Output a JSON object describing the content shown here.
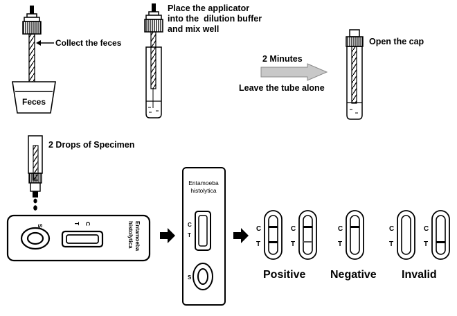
{
  "diagram": {
    "steps": {
      "collect": "Collect the feces",
      "feces": "Feces",
      "place_line1": "Place the applicator",
      "place_line2": "into the  dilution buffer",
      "place_line3": "and mix well",
      "minutes": "2 Minutes",
      "leave": "Leave the tube alone",
      "open_cap": "Open the cap",
      "drops": "2 Drops of Specimen"
    },
    "cassette": {
      "horizontal": {
        "s": "S",
        "t": "T",
        "c": "C",
        "name_line1": "Entamoeba",
        "name_line2": "histolytica"
      },
      "vertical": {
        "name_line1": "Entamoeba",
        "name_line2": "histolytica",
        "c": "C",
        "t": "T",
        "s": "S"
      }
    },
    "results": {
      "positive": "Positive",
      "negative": "Negative",
      "invalid": "Invalid",
      "c": "C",
      "t": "T"
    }
  }
}
